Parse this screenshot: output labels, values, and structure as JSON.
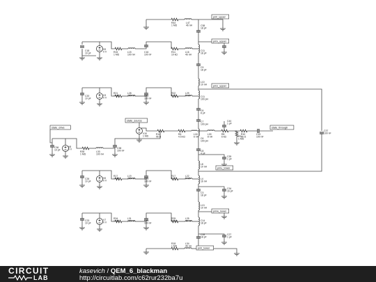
{
  "footer": {
    "logo_top": "CIRCUIT",
    "logo_bottom": "LAB",
    "author": "kasevich",
    "separator": "/",
    "title": "QEM_6_blackman",
    "url": "http://circuitlab.com/c62rur232ba7u"
  },
  "colors": {
    "wire": "#4a4a4a",
    "footer_bg": "#1f1f1f",
    "page_bg": "#ffffff"
  },
  "net_labels": {
    "pml_upper": "pml_upper",
    "pmx_upper": "pmx_upper",
    "pmz_upper": "pmz_upper",
    "state_source": "state_source",
    "state_drive": "state_drive",
    "state_through": "state_through",
    "pmu_lower": "pmu_lower",
    "pmw_lower": "pmw_lower",
    "pml_lower": "pml_lower"
  },
  "labels": {
    "R44": "R44",
    "R44_v": "1 MΩ",
    "L47": "L47",
    "L47_v": "46 nH",
    "C38": "C38",
    "C38_v": "18 pF",
    "C18": "C18",
    "C18_v": "10 pF",
    "V5": "V5",
    "V5_v": "0 V",
    "R15": "R15",
    "R15_v": "1 MΩ",
    "L15": "L15",
    "L15_v": "100 nH",
    "C16": "C16",
    "C16_v": "100 nF",
    "R11": "R11",
    "R11_v": "10 kΩ",
    "L16": "L16",
    "L16_v": "46 nH",
    "C11": "C11",
    "C11_v": "18 pF",
    "L10": "L10",
    "L10_v": "10 nH",
    "C9": "C9",
    "C9_v": "18 pF",
    "L12": "L12",
    "L12_v": "10 nH",
    "C20": "C20",
    "C20_v": "10 pF",
    "V3": "V3",
    "V3_v": "0 V",
    "R21": "R21",
    "R21_v": "1 MΩ",
    "L28": "L28",
    "L28_v": "100 nH",
    "C30": "C30",
    "C30_v": "100 nF",
    "R22": "R22",
    "R22_v": "0 kΩ",
    "L29": "L29",
    "L29_v": "6 nH",
    "C11b": "C11",
    "C11b_v": "100 pH",
    "C6": "C6",
    "C6_v": "8 pF",
    "C7": "C7",
    "C7_v": "100 pH",
    "C44": "C44",
    "C44_v": "1 pF",
    "R14": "R14",
    "R14_v": "96 Ω",
    "R6": "R6",
    "R6_v": "4.5 kΩ",
    "L18": "L18",
    "L18_v": "6 nH",
    "C6b": "C6",
    "C6b_v": "100 pH",
    "L30": "L30",
    "L30_v": "8 nH",
    "R8": "R8",
    "R8_v": "6 kΩ",
    "R9": "R9",
    "R9_v": "1 MΩ",
    "R10": "R10",
    "R10_v": "86 Ω",
    "C19": "C19",
    "C19_v": "100 nF",
    "C37": "C37",
    "C37_v": "100 nF",
    "V10": "V10",
    "V10_v": "1 MΩ",
    "C36": "C36",
    "C36_v": "10 pF",
    "V8": "V8",
    "V8_v": "0 V",
    "R35": "R35",
    "R35_v": "1 MΩ",
    "L33": "L33",
    "L33_v": "100 nH",
    "C38b": "C38",
    "C38b_v": "100 nF",
    "C8": "C8",
    "C8_v": "4 pF",
    "L8": "L8",
    "L8_v": "10 nH",
    "C39": "C39",
    "C39_v": "1 pF",
    "C26": "C26",
    "C26_v": "10 pF",
    "V6": "V6",
    "V6_v": "0 V",
    "R17": "R17",
    "R17_v": "1 MΩ",
    "L19": "L19",
    "L19_v": "100 nH",
    "C29": "C29",
    "C29_v": "100 nF",
    "R17b": "R17",
    "R17b_v": "6 kΩ",
    "L22": "L22",
    "L22_v": "6 nH",
    "L4": "L4",
    "L4_v": "16 nH",
    "C34": "C34",
    "C34_v": "16 pF",
    "C3": "C3",
    "C3_v": "18 pF",
    "L13": "L13",
    "L13_v": "10 nH",
    "C23": "C23",
    "C23_v": "10 pF",
    "V7": "V7",
    "V7_v": "0 V",
    "R34": "R34",
    "R34_v": "1 MΩ",
    "L31": "L31",
    "L31_v": "100 nH",
    "C33": "C33",
    "C33_v": "100 nF",
    "R25": "R25",
    "R25_v": "10 kΩ",
    "L25": "L25",
    "L25_v": "46 nH",
    "C14": "C14",
    "C14_v": "18 pF",
    "C28": "C28",
    "C28_v": "18 pF",
    "C27": "C27",
    "C27_v": "1 pF",
    "R18": "R18",
    "R18_v": "1 MΩ",
    "L34": "L34",
    "L34_v": "46 nH"
  }
}
